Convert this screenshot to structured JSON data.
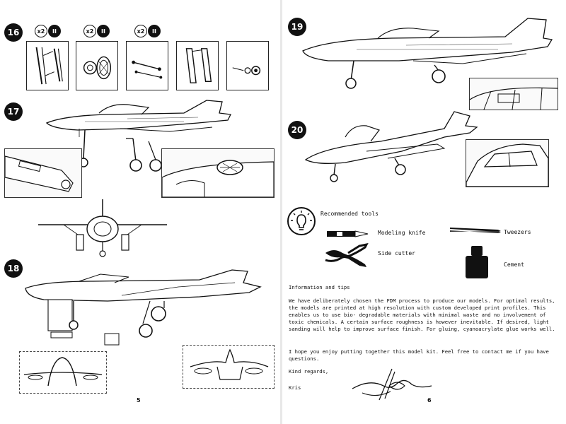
{
  "left_page": {
    "steps": {
      "s16": "16",
      "s17": "17",
      "s18": "18"
    },
    "quantities": [
      {
        "multiplier": "x2",
        "glyph": "II"
      },
      {
        "multiplier": "x2",
        "glyph": "II"
      },
      {
        "multiplier": "x2",
        "glyph": "II"
      }
    ],
    "page_number": "5"
  },
  "right_page": {
    "steps": {
      "s19": "19",
      "s20": "20"
    },
    "tools": {
      "heading": "Recommended tools",
      "items": [
        "Modeling knife",
        "Side cutter",
        "Tweezers",
        "Cement"
      ]
    },
    "info": {
      "heading": "Information and tips",
      "paragraph1": "We have deliberately chosen the FDM process to produce our models. For optimal results, the models are printed at high resolution with custom developed print profiles. This enables us to use bio- degradable materials with minimal waste and no involvement of toxic chemicals. A certain surface roughness is however inevitable. If desired, light sanding will help to improve surface finish. For gluing, cyanoacrylate glue works well.",
      "paragraph2": "I hope you enjoy putting together this model kit. Feel free to contact me if you have questions.",
      "closing": "Kind regards,",
      "name": "Kris"
    },
    "page_number": "6"
  },
  "icons": [
    "lightbulb-icon",
    "modeling-knife-icon",
    "side-cutter-icon",
    "tweezers-icon",
    "cement-bottle-icon",
    "signature-icon"
  ]
}
